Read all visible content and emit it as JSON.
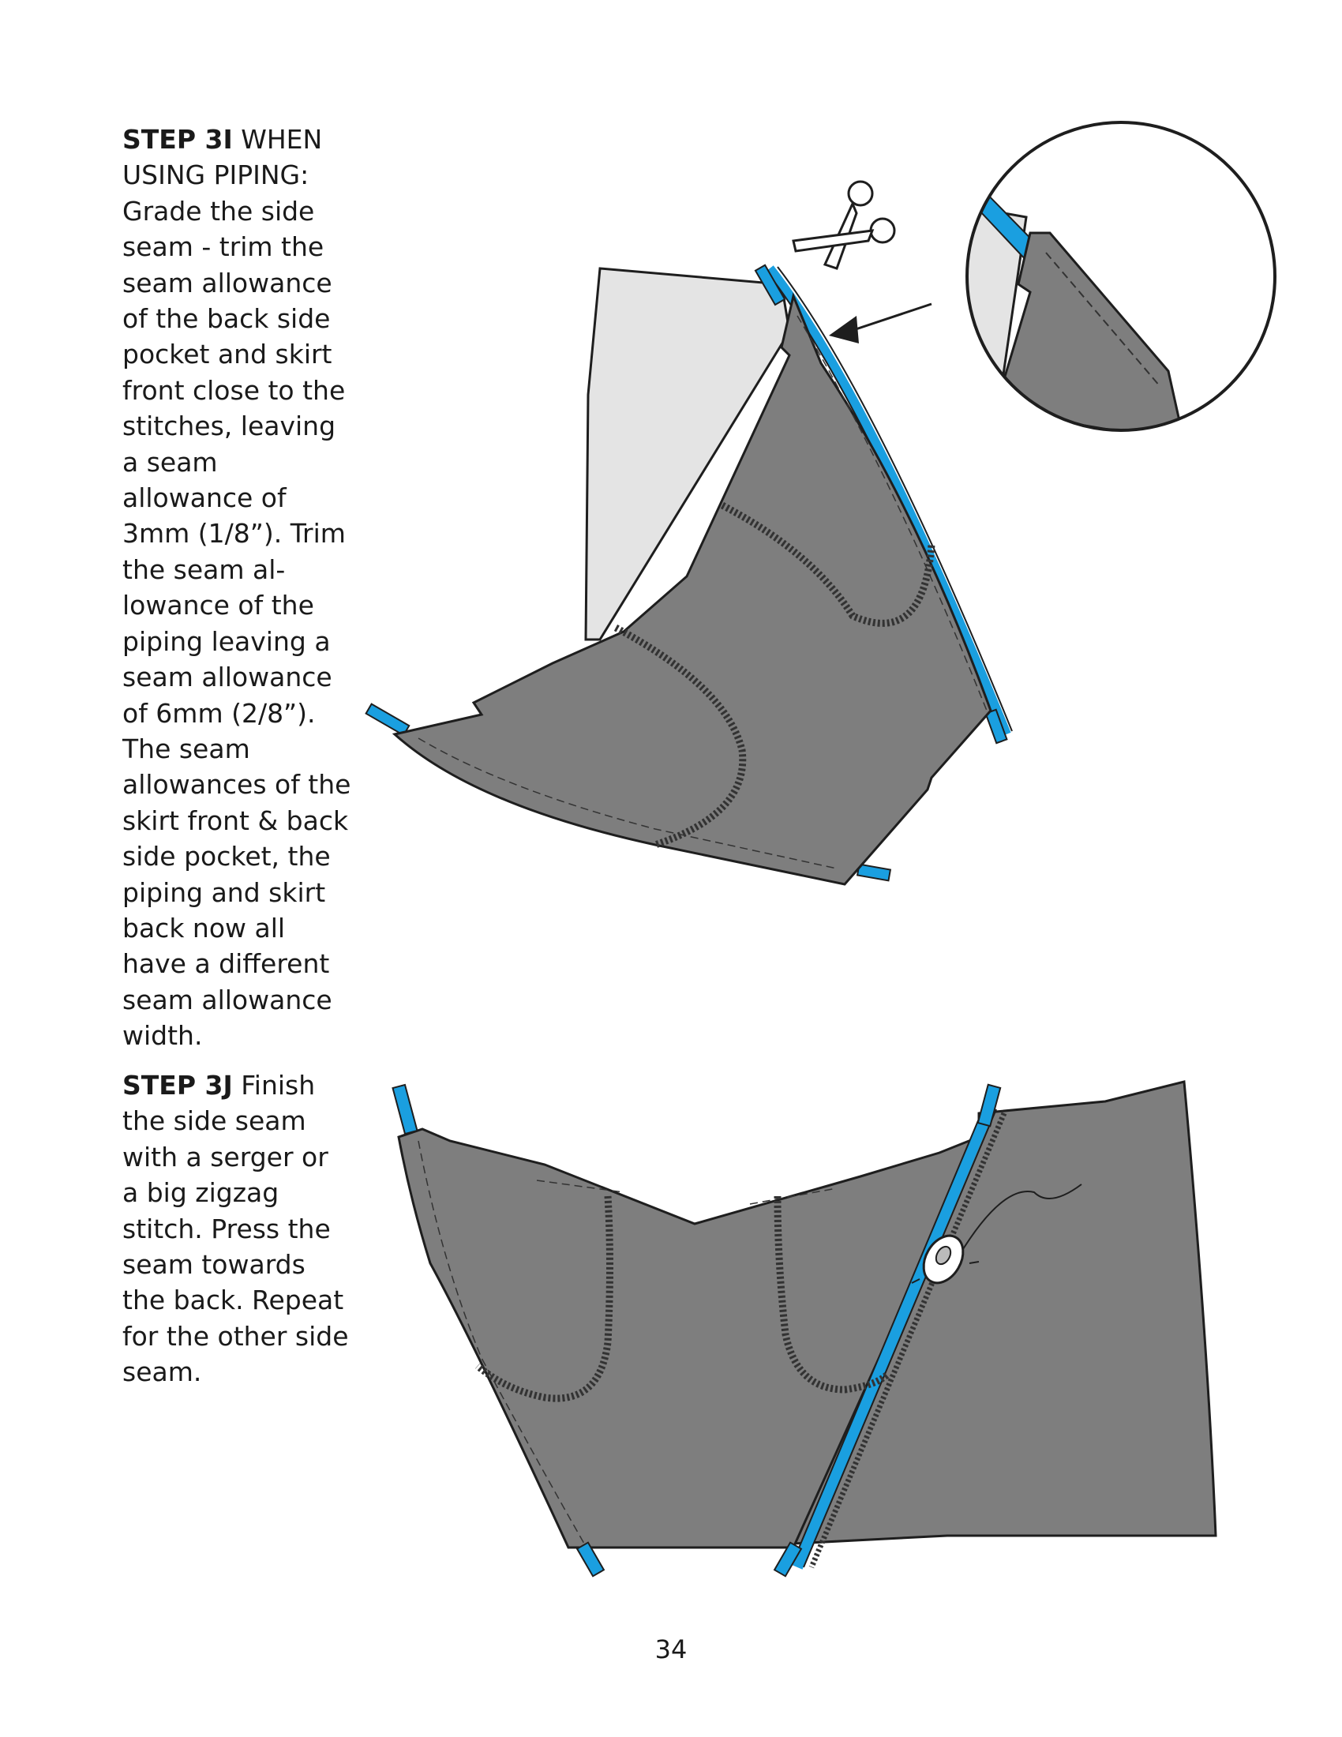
{
  "steps": [
    {
      "label": "STEP 3I",
      "text": " WHEN USING PIPING: Grade the side seam - trim the seam allowance of the back side pocket and skirt front close to the stitches, leaving a seam allowance of 3mm (1/8”). Trim the seam al-lowance of the piping leaving a seam allowance of 6mm (2/8”). The seam allowances of the skirt front & back side pocket, the piping and skirt back now all have a different seam allowance width."
    },
    {
      "label": "STEP 3J",
      "text": " Finish the side seam with a serger or a big zigzag stitch. Press the seam towards the back. Repeat for the other side seam."
    }
  ],
  "page_number": "34",
  "colors": {
    "fabric": "#7e7e7e",
    "fabric_light": "#e4e4e4",
    "piping": "#1a9fe0",
    "outline": "#1e1e1e"
  },
  "icons": [
    "scissors-icon",
    "iron-icon"
  ]
}
